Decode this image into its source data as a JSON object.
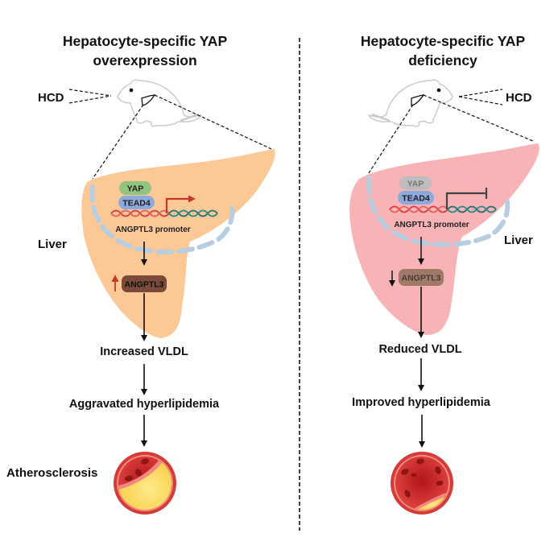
{
  "left_panel": {
    "title_line1": "Hepatocyte-specific YAP",
    "title_line2": "overexpression",
    "diet_label": "HCD",
    "organ_label": "Liver",
    "proteins": {
      "yap": "YAP",
      "tead4": "TEAD4"
    },
    "promoter_label": "ANGPTL3 promoter",
    "transcription_effect": "activation-arrow",
    "product_label": "ANGPTL3",
    "product_change": "up",
    "flow": [
      "Increased VLDL",
      "Aggravated hyperlipidemia"
    ],
    "outcome_label": "Atherosclerosis",
    "vessel_state": "plaque-occluded"
  },
  "right_panel": {
    "title_line1": "Hepatocyte-specific YAP",
    "title_line2": "deficiency",
    "diet_label": "HCD",
    "organ_label": "Liver",
    "proteins": {
      "yap": "YAP",
      "tead4": "TEAD4"
    },
    "promoter_label": "ANGPTL3 promoter",
    "transcription_effect": "inhibition-bar",
    "product_label": "ANGPTL3",
    "product_change": "down",
    "flow": [
      "Reduced VLDL",
      "Improved hyperlipidemia"
    ],
    "outcome_label": "",
    "vessel_state": "mostly-open"
  },
  "colors": {
    "liver_left": "#fbc896",
    "liver_right": "#f7b3b5",
    "yap_active": "#93c47d",
    "yap_inactive": "#bdbdbd",
    "tead4": "#8ea9db",
    "angptl3_left": "#7b4a3a",
    "angptl3_right": "#a07a68",
    "dna_red": "#d93a3a",
    "dna_teal": "#1f6f6f",
    "activation": "#c0392b",
    "nucleus_membrane": "#b9cde0",
    "mouse_outline": "#c8c8c8"
  }
}
